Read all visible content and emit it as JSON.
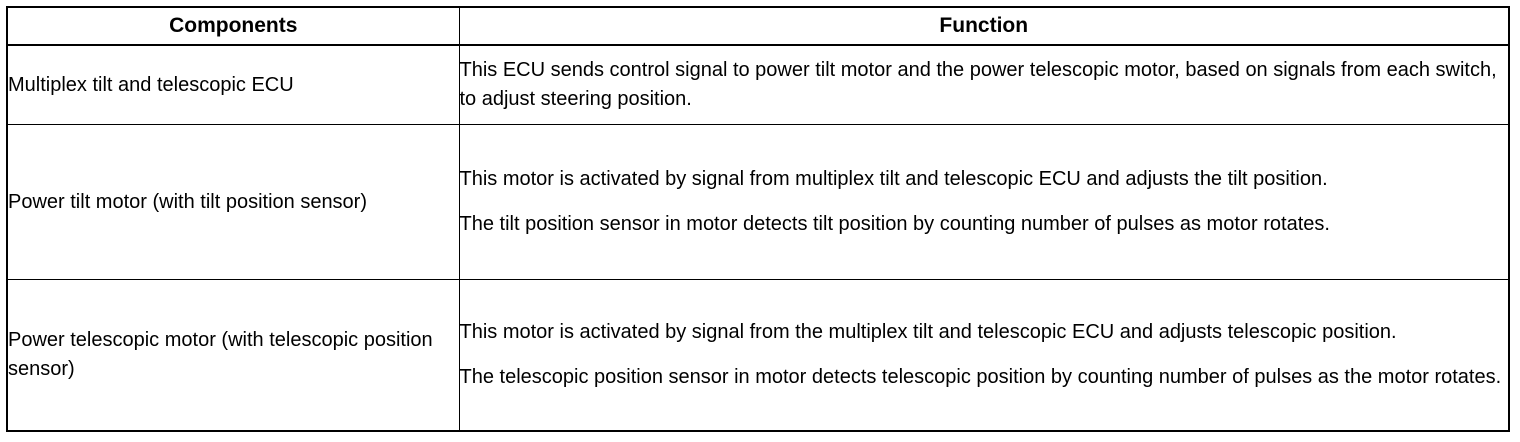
{
  "table": {
    "headers": [
      "Components",
      "Function"
    ],
    "rows": [
      {
        "component": "Multiplex tilt and telescopic ECU",
        "function": [
          "This ECU sends control signal to power tilt motor and the power telescopic motor, based on signals from each switch, to adjust steering position."
        ]
      },
      {
        "component": "Power tilt motor (with tilt position sensor)",
        "function": [
          "This motor is activated by signal from multiplex tilt and telescopic ECU and adjusts the tilt position.",
          "The tilt position sensor in motor detects tilt position by counting number of pulses as motor rotates."
        ]
      },
      {
        "component": "Power telescopic motor (with telescopic position sensor)",
        "function": [
          "This motor is activated by signal from the multiplex tilt and telescopic ECU and adjusts telescopic position.",
          "The telescopic position sensor in motor detects telescopic position by counting number of pulses as the motor rotates."
        ]
      }
    ]
  }
}
